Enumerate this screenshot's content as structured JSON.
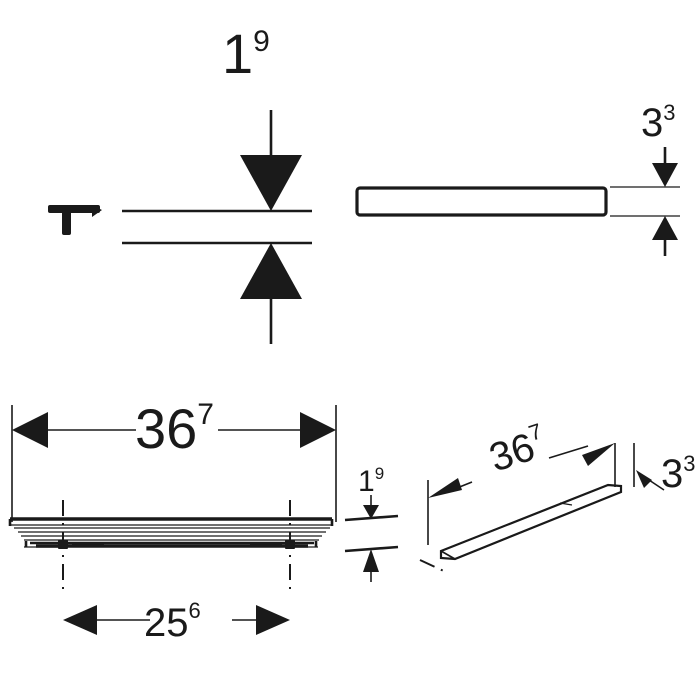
{
  "drawing": {
    "title": "Shelf technical dimension drawing",
    "line_color": "#1a1a1a",
    "background_color": "#ffffff",
    "units_note": ""
  },
  "views": {
    "top_left": {
      "name": "gap-dimension-view",
      "dimension": {
        "base": "1",
        "sup": "9",
        "full": "1⁹"
      },
      "icon": "bracket-tool-icon"
    },
    "top_right": {
      "name": "side-profile-view",
      "dimension": {
        "base": "3",
        "sup": "3",
        "full": "3³"
      }
    },
    "bottom_left": {
      "name": "front-elevation-view",
      "width_dimension": {
        "base": "36",
        "sup": "7",
        "full": "36⁷"
      },
      "inner_dimension": {
        "base": "25",
        "sup": "6",
        "full": "25⁶"
      },
      "height_dimension": {
        "base": "1",
        "sup": "9",
        "full": "1⁹"
      }
    },
    "bottom_right": {
      "name": "isometric-view",
      "length_dimension": {
        "base": "36",
        "sup": "7",
        "full": "36⁷"
      },
      "thickness_dimension": {
        "base": "3",
        "sup": "3",
        "full": "3³"
      }
    }
  },
  "labels": {
    "l_1_9_top_base": "1",
    "l_1_9_top_sup": "9",
    "l_3_3_top_base": "3",
    "l_3_3_top_sup": "3",
    "l_36_7_front_base": "36",
    "l_36_7_front_sup": "7",
    "l_25_6_front_base": "25",
    "l_25_6_front_sup": "6",
    "l_1_9_front_base": "1",
    "l_1_9_front_sup": "9",
    "l_36_7_iso_base": "36",
    "l_36_7_iso_sup": "7",
    "l_3_3_iso_base": "3",
    "l_3_3_iso_sup": "3"
  }
}
